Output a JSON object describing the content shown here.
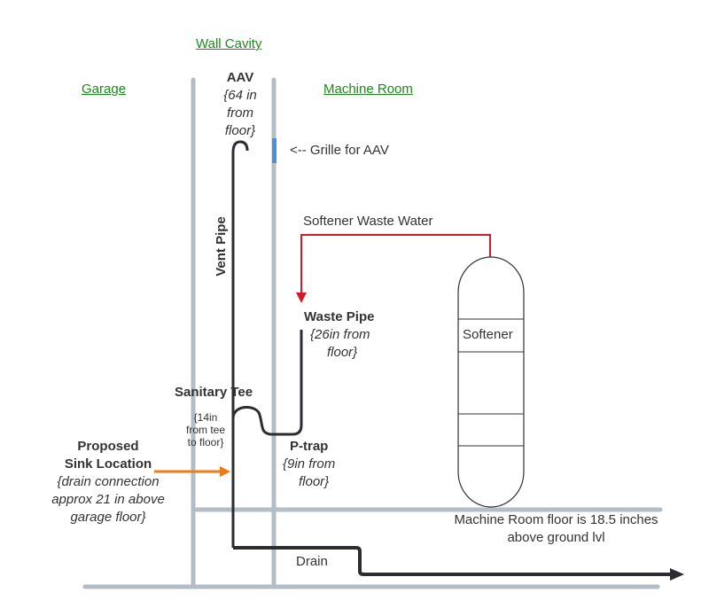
{
  "areas": {
    "wall_cavity": "Wall Cavity",
    "garage": "Garage",
    "machine_room": "Machine Room"
  },
  "aav": {
    "title": "AAV",
    "height_line1": "{64 in",
    "height_line2": "from",
    "height_line3": "floor}"
  },
  "grille_label": "<-- Grille for AAV",
  "softener_waste_label": "Softener Waste Water",
  "vent_pipe_label": "Vent Pipe",
  "waste_pipe": {
    "title": "Waste Pipe",
    "height_line1": "{26in from",
    "height_line2": "floor}"
  },
  "softener_label": "Softener",
  "sanitary_tee": {
    "title": "Sanitary Tee",
    "note_line1": "{14in",
    "note_line2": "from tee",
    "note_line3": "to floor}"
  },
  "p_trap": {
    "title": "P-trap",
    "height_line1": "{9in from",
    "height_line2": "floor}"
  },
  "proposed_sink": {
    "title_line1": "Proposed",
    "title_line2": "Sink Location",
    "note_line1": "{drain connection",
    "note_line2": "approx 21 in above",
    "note_line3": "garage floor}"
  },
  "machine_room_floor": {
    "line1": "Machine Room floor is 18.5 inches",
    "line2": "above ground lvl"
  },
  "drain_label": "Drain",
  "colors": {
    "pipe": "#2b2d33",
    "stud": "#b4bcc6",
    "red_line": "#d11a2a",
    "orange_arrow": "#f07a1a",
    "grille": "#4a90e2",
    "label_green": "#1a8a1a"
  }
}
